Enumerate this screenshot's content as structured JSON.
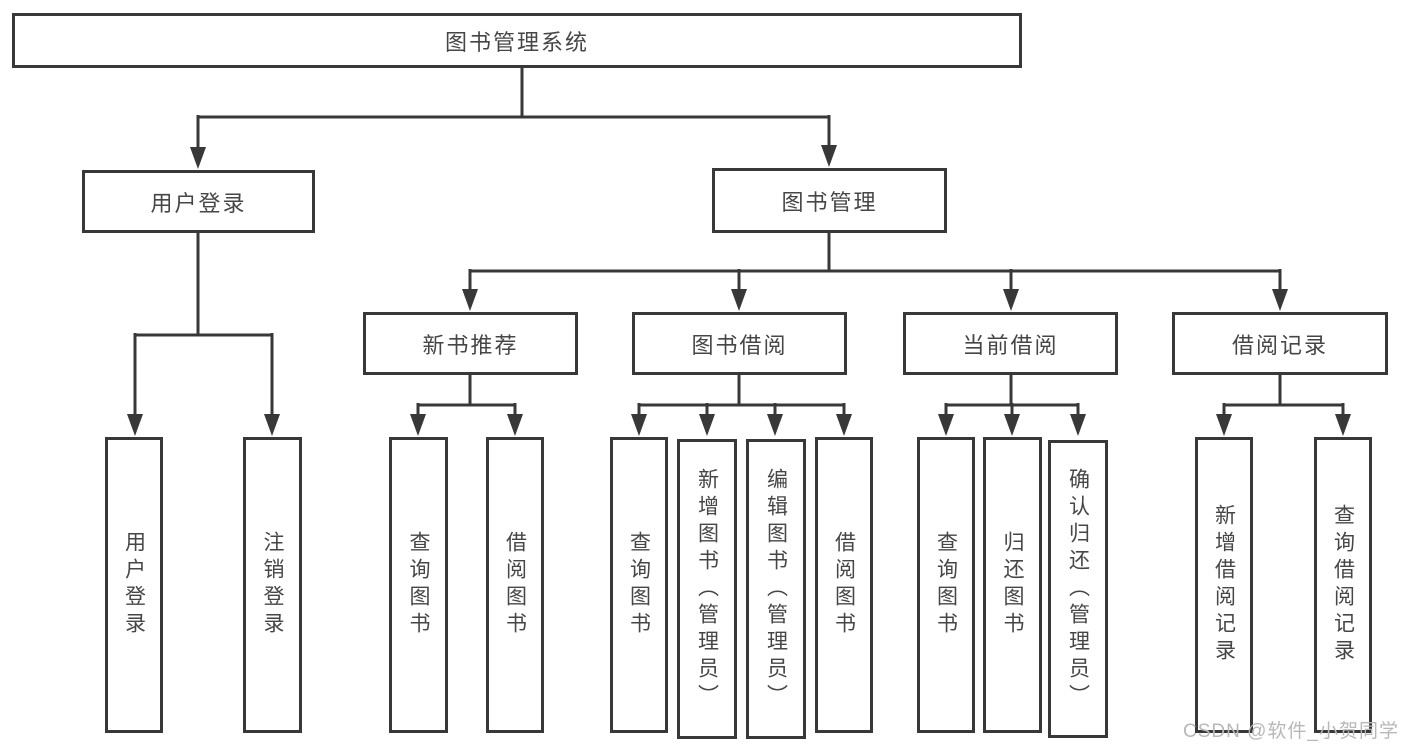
{
  "nodes": {
    "root": {
      "label": "图书管理系统"
    },
    "level2": [
      {
        "label": "用户登录"
      },
      {
        "label": "图书管理"
      }
    ],
    "level3": [
      {
        "label": "新书推荐"
      },
      {
        "label": "图书借阅"
      },
      {
        "label": "当前借阅"
      },
      {
        "label": "借阅记录"
      }
    ],
    "leaves": [
      {
        "label": "用户登录"
      },
      {
        "label": "注销登录"
      },
      {
        "label": "查询图书"
      },
      {
        "label": "借阅图书"
      },
      {
        "label": "查询图书"
      },
      {
        "label": "新增图书（管理员）"
      },
      {
        "label": "编辑图书（管理员）"
      },
      {
        "label": "借阅图书"
      },
      {
        "label": "查询图书"
      },
      {
        "label": "归还图书"
      },
      {
        "label": "确认归还（管理员）"
      },
      {
        "label": "新增借阅记录"
      },
      {
        "label": "查询借阅记录"
      }
    ]
  },
  "watermark": {
    "text": "CSDN @软件_小贺同学"
  },
  "colors": {
    "line": "#383838",
    "border": "#383838",
    "text": "#464646",
    "watermark": "#b8b8b8",
    "background": "#ffffff"
  }
}
